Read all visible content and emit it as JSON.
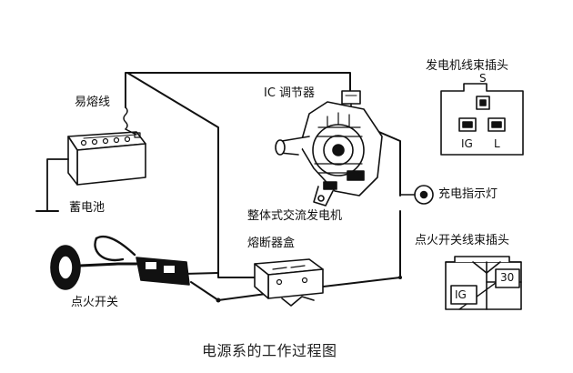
{
  "labels": {
    "fusible_link": "易熔线",
    "battery": "蓄电池",
    "ic_regulator": "IC 调节器",
    "alternator": "整体式交流发电机",
    "fuse_box": "熔断器盒",
    "ignition_switch": "点火开关",
    "charge_lamp": "充电指示灯",
    "alt_harness_plug": "发电机线束插头",
    "ign_harness_plug": "点火开关线束插头"
  },
  "pins": {
    "s": "S",
    "ig": "IG",
    "l": "L",
    "ig2": "IG",
    "thirty": "30"
  },
  "caption": "电源系的工作过程图"
}
